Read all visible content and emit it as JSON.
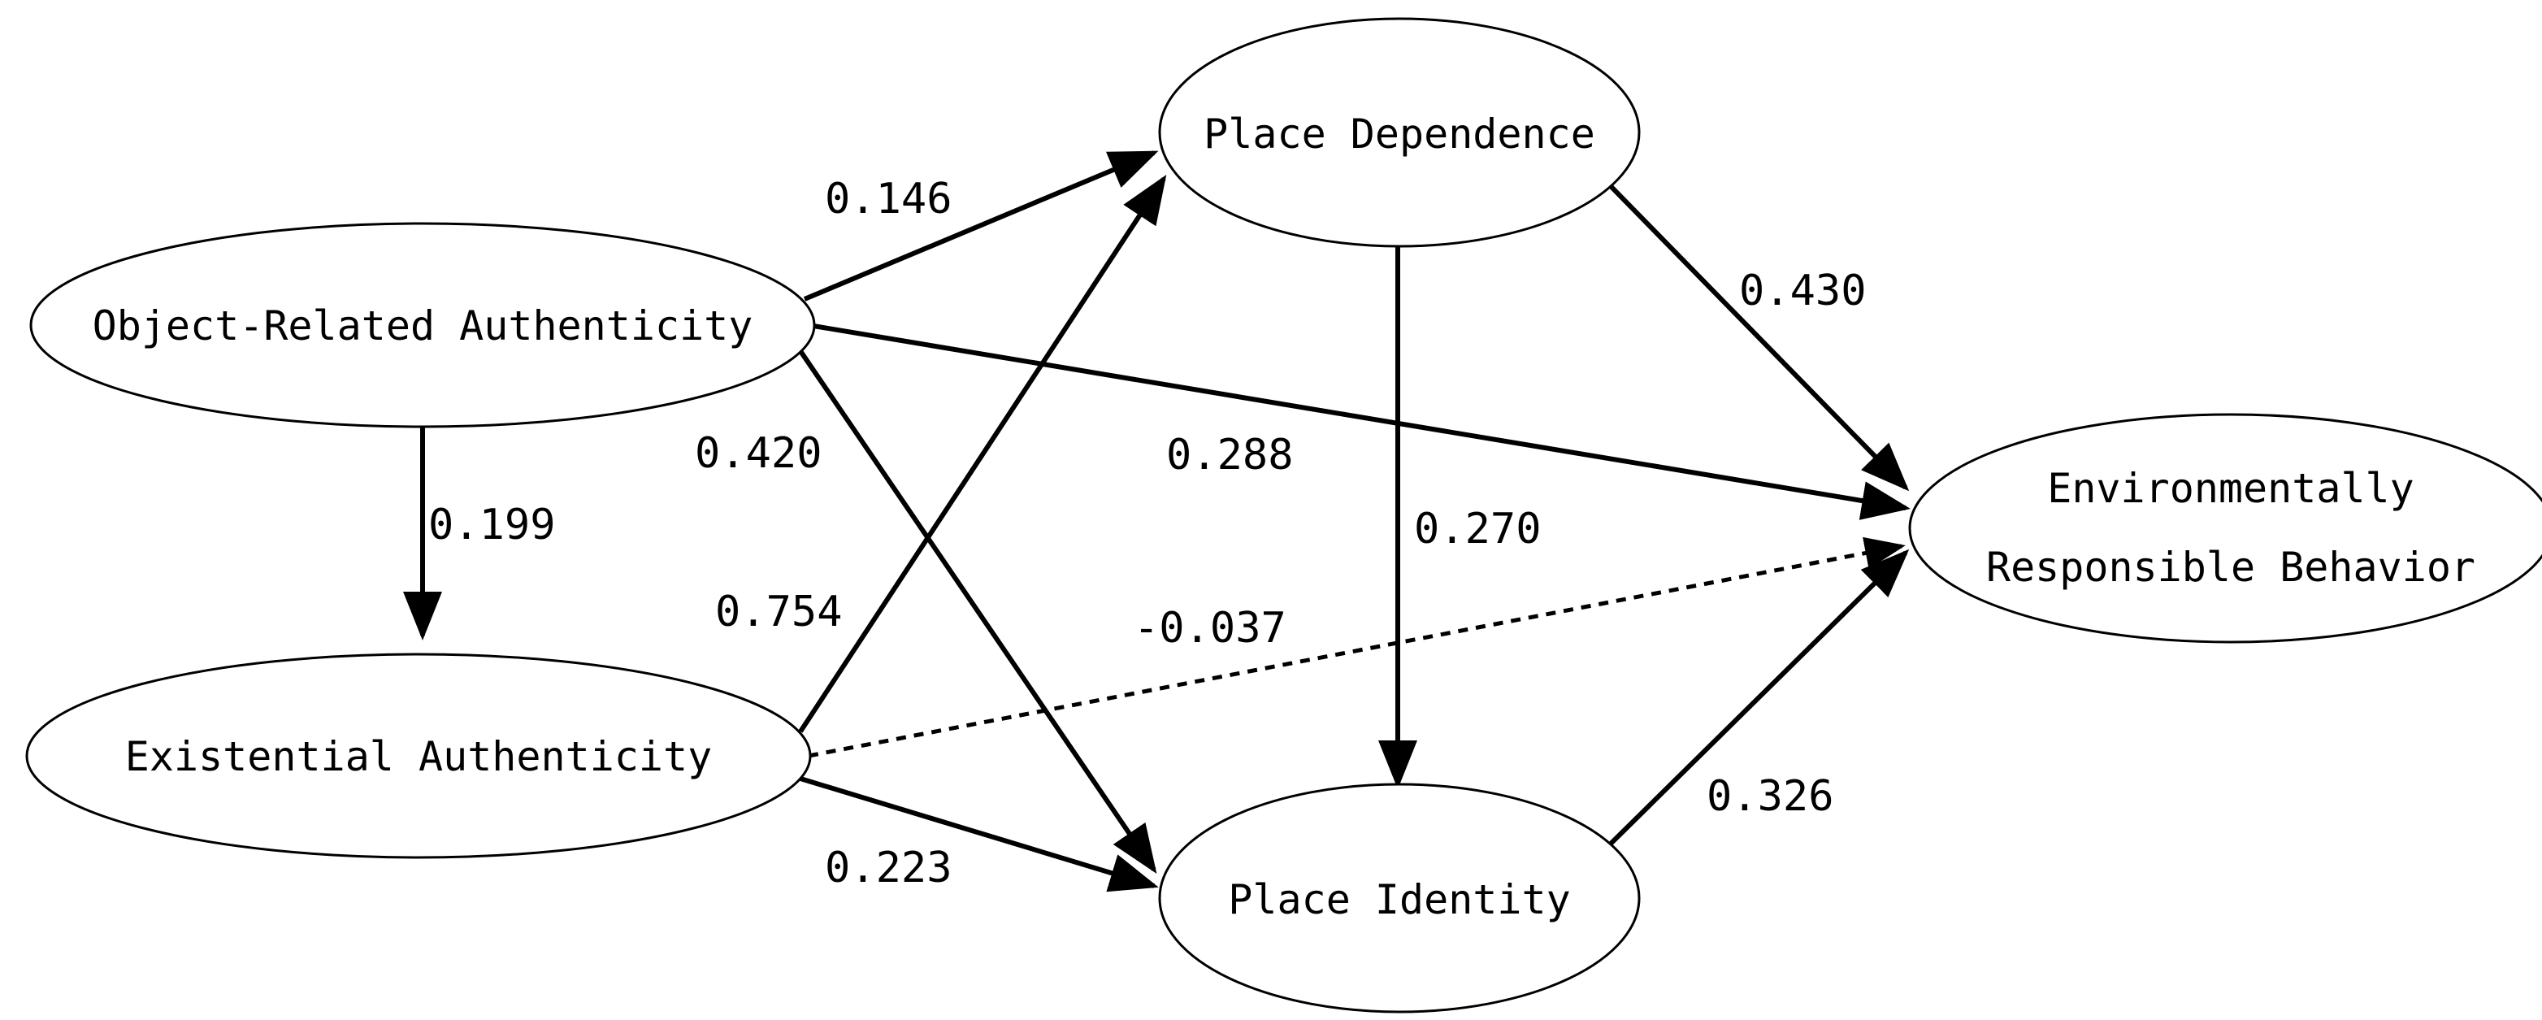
{
  "nodes": {
    "ora": {
      "label_lines": [
        "Object-Related Authenticity"
      ]
    },
    "ea": {
      "label_lines": [
        "Existential Authenticity"
      ]
    },
    "pd": {
      "label_lines": [
        "Place Dependence"
      ]
    },
    "pi": {
      "label_lines": [
        "Place Identity"
      ]
    },
    "erb": {
      "label_lines": [
        "Environmentally",
        "Responsible Behavior"
      ]
    }
  },
  "edges": [
    {
      "from": "ora",
      "to": "pd",
      "coefficient": "0.146",
      "style": "solid"
    },
    {
      "from": "ora",
      "to": "erb",
      "coefficient": "0.288",
      "style": "solid"
    },
    {
      "from": "ora",
      "to": "pi",
      "coefficient": "0.420",
      "style": "solid"
    },
    {
      "from": "ora",
      "to": "ea",
      "coefficient": "0.199",
      "style": "solid"
    },
    {
      "from": "ea",
      "to": "pd",
      "coefficient": "0.754",
      "style": "solid"
    },
    {
      "from": "ea",
      "to": "erb",
      "coefficient": "-0.037",
      "style": "dashed"
    },
    {
      "from": "ea",
      "to": "pi",
      "coefficient": "0.223",
      "style": "solid"
    },
    {
      "from": "pd",
      "to": "pi",
      "coefficient": "0.270",
      "style": "solid"
    },
    {
      "from": "pd",
      "to": "erb",
      "coefficient": "0.430",
      "style": "solid"
    },
    {
      "from": "pi",
      "to": "erb",
      "coefficient": "0.326",
      "style": "solid"
    }
  ],
  "colors": {
    "stroke": "#000000",
    "background": "#ffffff"
  }
}
